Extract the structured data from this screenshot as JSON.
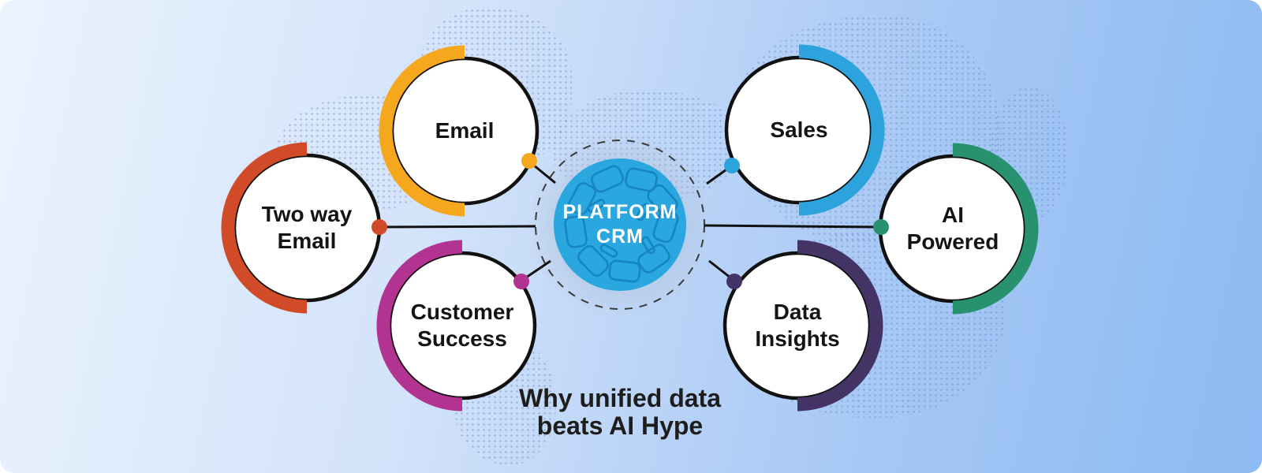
{
  "title": "Why unified data\nbeats AI Hype",
  "center": {
    "label": "PLATFORM\nCRM",
    "fill": "#29A7DE",
    "pattern_stroke": "#1480BD",
    "text_color": "#FFFFFF"
  },
  "nodes": [
    {
      "id": "email",
      "label": "Email",
      "color": "#F5A71E",
      "arc_side": "left"
    },
    {
      "id": "sales",
      "label": "Sales",
      "color": "#2CA3DC",
      "arc_side": "right"
    },
    {
      "id": "two-way-email",
      "label": "Two way\nEmail",
      "color": "#D14B28",
      "arc_side": "left"
    },
    {
      "id": "ai-powered",
      "label": "AI\nPowered",
      "color": "#28916F",
      "arc_side": "right"
    },
    {
      "id": "customer-success",
      "label": "Customer\nSuccess",
      "color": "#B23392",
      "arc_side": "left"
    },
    {
      "id": "data-insights",
      "label": "Data\nInsights",
      "color": "#443365",
      "arc_side": "right"
    }
  ],
  "colors": {
    "background_start": "#EBF3FD",
    "background_end": "#8CBAF2",
    "map_dots": "#6082B9",
    "node_outline": "#111111",
    "connector_line": "#111111",
    "dashed_ring": "#3B3B3B",
    "label_text": "#141414",
    "title_text": "#1D1D1B"
  }
}
